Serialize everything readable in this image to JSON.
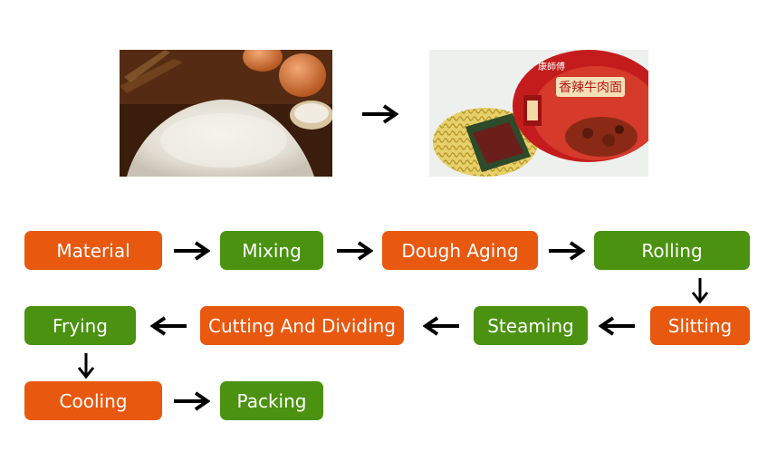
{
  "images": [
    {
      "name": "flour-eggs-photo",
      "subject": "flour and eggs"
    },
    {
      "name": "instant-noodles-photo",
      "subject": "instant noodles cup",
      "package_text": "香辣牛肉面",
      "brand_text": "康師傅"
    }
  ],
  "steps": [
    {
      "id": "material",
      "label": "Material",
      "color": "orange"
    },
    {
      "id": "mixing",
      "label": "Mixing",
      "color": "green"
    },
    {
      "id": "dough-aging",
      "label": "Dough Aging",
      "color": "orange"
    },
    {
      "id": "rolling",
      "label": "Rolling",
      "color": "green"
    },
    {
      "id": "slitting",
      "label": "Slitting",
      "color": "orange"
    },
    {
      "id": "steaming",
      "label": "Steaming",
      "color": "green"
    },
    {
      "id": "cutting-and-dividing",
      "label": "Cutting And Dividing",
      "color": "orange"
    },
    {
      "id": "frying",
      "label": "Frying",
      "color": "green"
    },
    {
      "id": "cooling",
      "label": "Cooling",
      "color": "orange"
    },
    {
      "id": "packing",
      "label": "Packing",
      "color": "green"
    }
  ],
  "colors": {
    "orange": "#e8580f",
    "green": "#4a920f",
    "arrow": "#000000"
  }
}
